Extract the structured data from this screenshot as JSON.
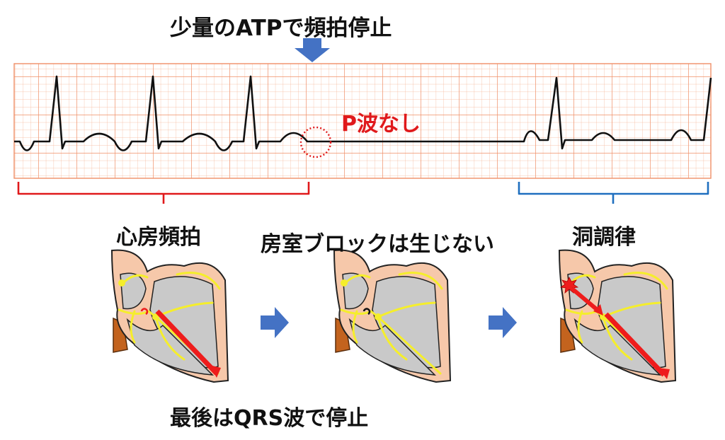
{
  "title": "少量のATPで頻拍停止",
  "ecg_annotation": "P波なし",
  "labels": {
    "atrial_tachycardia": "心房頻拍",
    "no_av_block": "房室ブロックは生じない",
    "sinus_rhythm": "洞調律",
    "qrs_terminates": "最後はQRS波で停止"
  },
  "colors": {
    "grid": "#f6b394",
    "bracket_red": "#e0191b",
    "bracket_blue": "#1f6fbf",
    "arrow_blue": "#4472c4",
    "conduction_yellow": "#f5ee2b",
    "heart_tissue": "#f6c8aa",
    "heart_chamber": "#c9c9c9",
    "impulse_red": "#ee1c1c",
    "vessel_brown": "#c3631e"
  }
}
